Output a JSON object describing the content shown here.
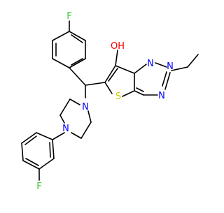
{
  "molecule": {
    "atoms": {
      "F_top": "F",
      "OH": "OH",
      "N1": "N",
      "N2": "N",
      "N_ring": "N",
      "S": "S",
      "N_pip_top": "N",
      "N_pip_bottom": "N",
      "F_bottom": "F"
    },
    "colors": {
      "bond": "#000000",
      "F": "#33cc33",
      "O": "#ff0000",
      "N": "#0000ff",
      "S": "#cccc00"
    }
  }
}
